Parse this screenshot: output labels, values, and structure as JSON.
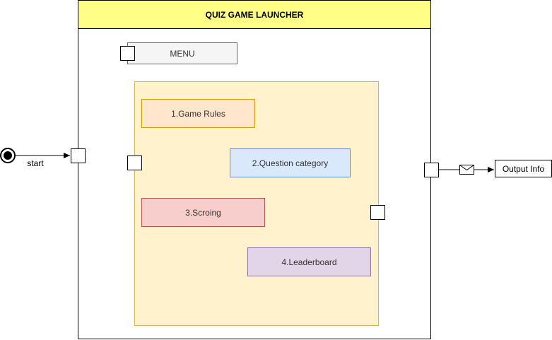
{
  "diagram": {
    "title": "QUIZ GAME LAUNCHER",
    "menu_label": "MENU",
    "menu_items": [
      {
        "label": "1.Game Rules"
      },
      {
        "label": "2.Question category"
      },
      {
        "label": "3.Scroing"
      },
      {
        "label": "4.Leaderboard"
      }
    ],
    "start_label": "start",
    "output_label": "Output Info"
  },
  "icons": {
    "start": "initial-state-icon",
    "message": "envelope-icon"
  },
  "colors": {
    "header_fill": "#ffff88",
    "menu_fill": "#f5f5f5",
    "panel_fill": "#fff2cc",
    "panel_stroke": "#d6b656",
    "item_1_fill": "#ffe6cc",
    "item_2_fill": "#dae8fc",
    "item_3_fill": "#f8cecc",
    "item_4_fill": "#e1d5e7"
  }
}
